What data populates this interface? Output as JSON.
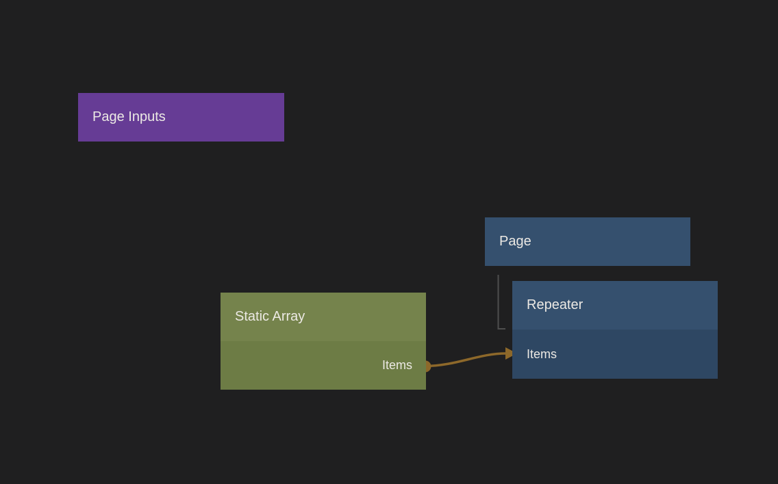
{
  "canvas": {
    "background_color": "#1f1f20",
    "text_color": "#ece9e4"
  },
  "nodes": {
    "page_inputs": {
      "title": "Page Inputs",
      "color": "#663c95"
    },
    "page": {
      "title": "Page",
      "color": "#35506e"
    },
    "repeater": {
      "title": "Repeater",
      "header_color": "#35506e",
      "row_color": "#2e4763",
      "ports": {
        "items_input_label": "Items"
      }
    },
    "static_array": {
      "title": "Static Array",
      "header_color": "#75834c",
      "body_color": "#6d7c45",
      "ports": {
        "items_output_label": "Items"
      }
    }
  },
  "connections": {
    "wire": {
      "from": "Static Array / Items",
      "to": "Repeater / Items",
      "color": "#8d682a"
    },
    "tree_link": {
      "from": "Page",
      "to": "Repeater",
      "color": "#4e4e4e"
    }
  }
}
